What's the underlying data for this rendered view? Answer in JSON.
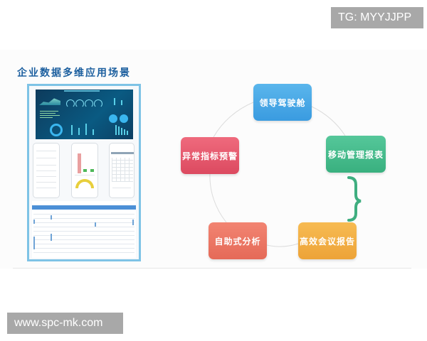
{
  "watermarks": {
    "top_right": "TG: MYYJJPP",
    "bottom_left": "www.spc-mk.com"
  },
  "slide": {
    "title": "企业数据多维应用场景",
    "colors": {
      "title": "#1c5f9f",
      "frame_border": "#7ec3e6",
      "connector": "#dddddd",
      "brace": "#3fae80"
    },
    "collage": {
      "items": [
        {
          "name": "dashboard-screenshot",
          "description": "dark blue data visualization dashboard"
        },
        {
          "name": "mobile-form-screenshot",
          "description": "phone form list"
        },
        {
          "name": "mobile-chart-screenshot",
          "description": "phone bar chart and yellow gauge"
        },
        {
          "name": "mobile-table-screenshot",
          "description": "phone data table"
        },
        {
          "name": "desktop-form-screenshot",
          "description": "blue-header desktop data form"
        }
      ]
    },
    "cycle": {
      "nodes": [
        {
          "id": "leader",
          "label": "领导驾驶舱",
          "color": "#4aa9e8"
        },
        {
          "id": "mobile",
          "label": "移动管理报表",
          "color": "#48bd8c"
        },
        {
          "id": "meeting",
          "label": "高效会议报告",
          "color": "#f2b045"
        },
        {
          "id": "self",
          "label": "自助式分析",
          "color": "#ec7765"
        },
        {
          "id": "alert",
          "label": "异常指标预警",
          "color": "#e65a6e"
        }
      ],
      "brace_symbol": "}"
    }
  }
}
